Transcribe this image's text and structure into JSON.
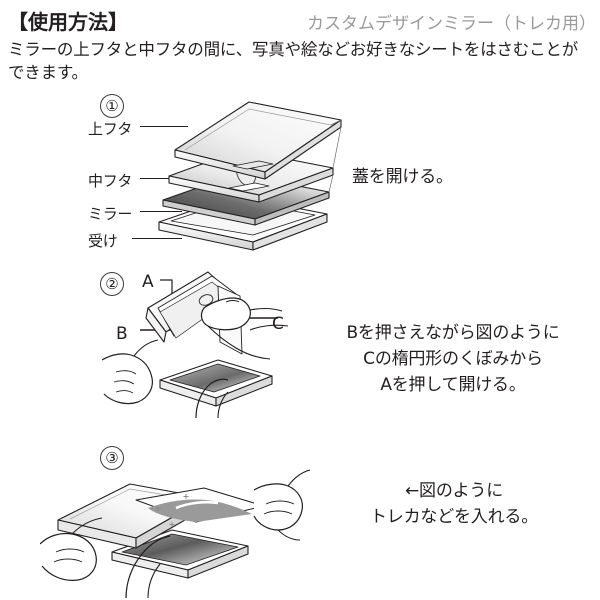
{
  "header": {
    "heading": "【使用方法】",
    "product_name": "カスタムデザインミラー（トレカ用）"
  },
  "intro": "ミラーの上フタと中フタの間に、写真や絵などお好きなシートをはさむことができます。",
  "steps": [
    {
      "number": "①",
      "caption": "蓋を開ける。",
      "figure_name": "exploded-mirror-case-diagram",
      "part_labels": [
        {
          "text": "上フタ"
        },
        {
          "text": "中フタ"
        },
        {
          "text": "ミラー"
        },
        {
          "text": "受け"
        }
      ]
    },
    {
      "number": "②",
      "caption": "Bを押さえながら図のように\nCの楕円形のくぼみから\nAを押して開ける。",
      "figure_name": "opening-case-with-hands-diagram",
      "callouts": [
        {
          "text": "A"
        },
        {
          "text": "B"
        },
        {
          "text": "C"
        }
      ]
    },
    {
      "number": "③",
      "caption": "←図のように\nトレカなどを入れる。",
      "figure_name": "inserting-card-diagram"
    }
  ],
  "colors": {
    "text": "#231f20",
    "product_name": "#9a9a9a",
    "line": "#3a3a3a",
    "mirror_dark": "#3f3f3f",
    "card_gray": "#8d8d8d"
  }
}
